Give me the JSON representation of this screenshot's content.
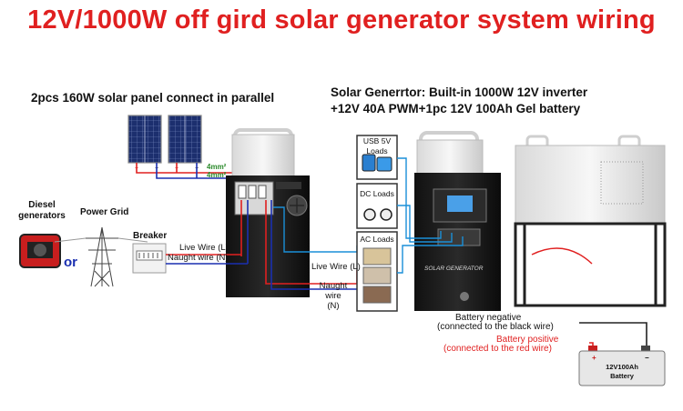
{
  "title": "12V/1000W off gird solar generator system wiring",
  "solar_caption": "2pcs 160W solar panel connect in parallel",
  "generator_caption_line1": "Solar Generrtor: Built-in 1000W 12V inverter",
  "generator_caption_line2": "+12V 40A PWM+1pc 12V 100Ah Gel battery",
  "wire_gauge_1": "4mm²",
  "wire_gauge_2": "4mm²",
  "diesel_label": "Diesel\ngenerators",
  "or_label": "or",
  "power_grid_label": "Power Grid",
  "breaker_label": "Breaker",
  "live_wire_label_1": "Live Wire (L)",
  "naught_wire_label_1": "Naught wire (N)",
  "live_wire_label_2": "Live Wire (L)",
  "naught_wire_label_2": "Naught wire\n(N)",
  "usb_loads_label": "USB 5V\nLoads",
  "dc_loads_label": "DC Loads",
  "ac_loads_label": "AC Loads",
  "battery_negative_line1": "Battery negative",
  "battery_negative_line2": "(connected to the black wire)",
  "battery_positive_line1": "Battery positive",
  "battery_positive_line2": "(connected to the red wire)",
  "battery_model": "12V100Ah",
  "battery_word": "Battery",
  "battery_plus": "+",
  "battery_minus": "−",
  "generator_brand": "SOLAR GENERATOR",
  "colors": {
    "title": "#e02020",
    "live_wire": "#e02020",
    "naught_wire": "#1a2fb0",
    "dc_wire": "#1a8fd8",
    "gauge": "#2a8a2a"
  }
}
